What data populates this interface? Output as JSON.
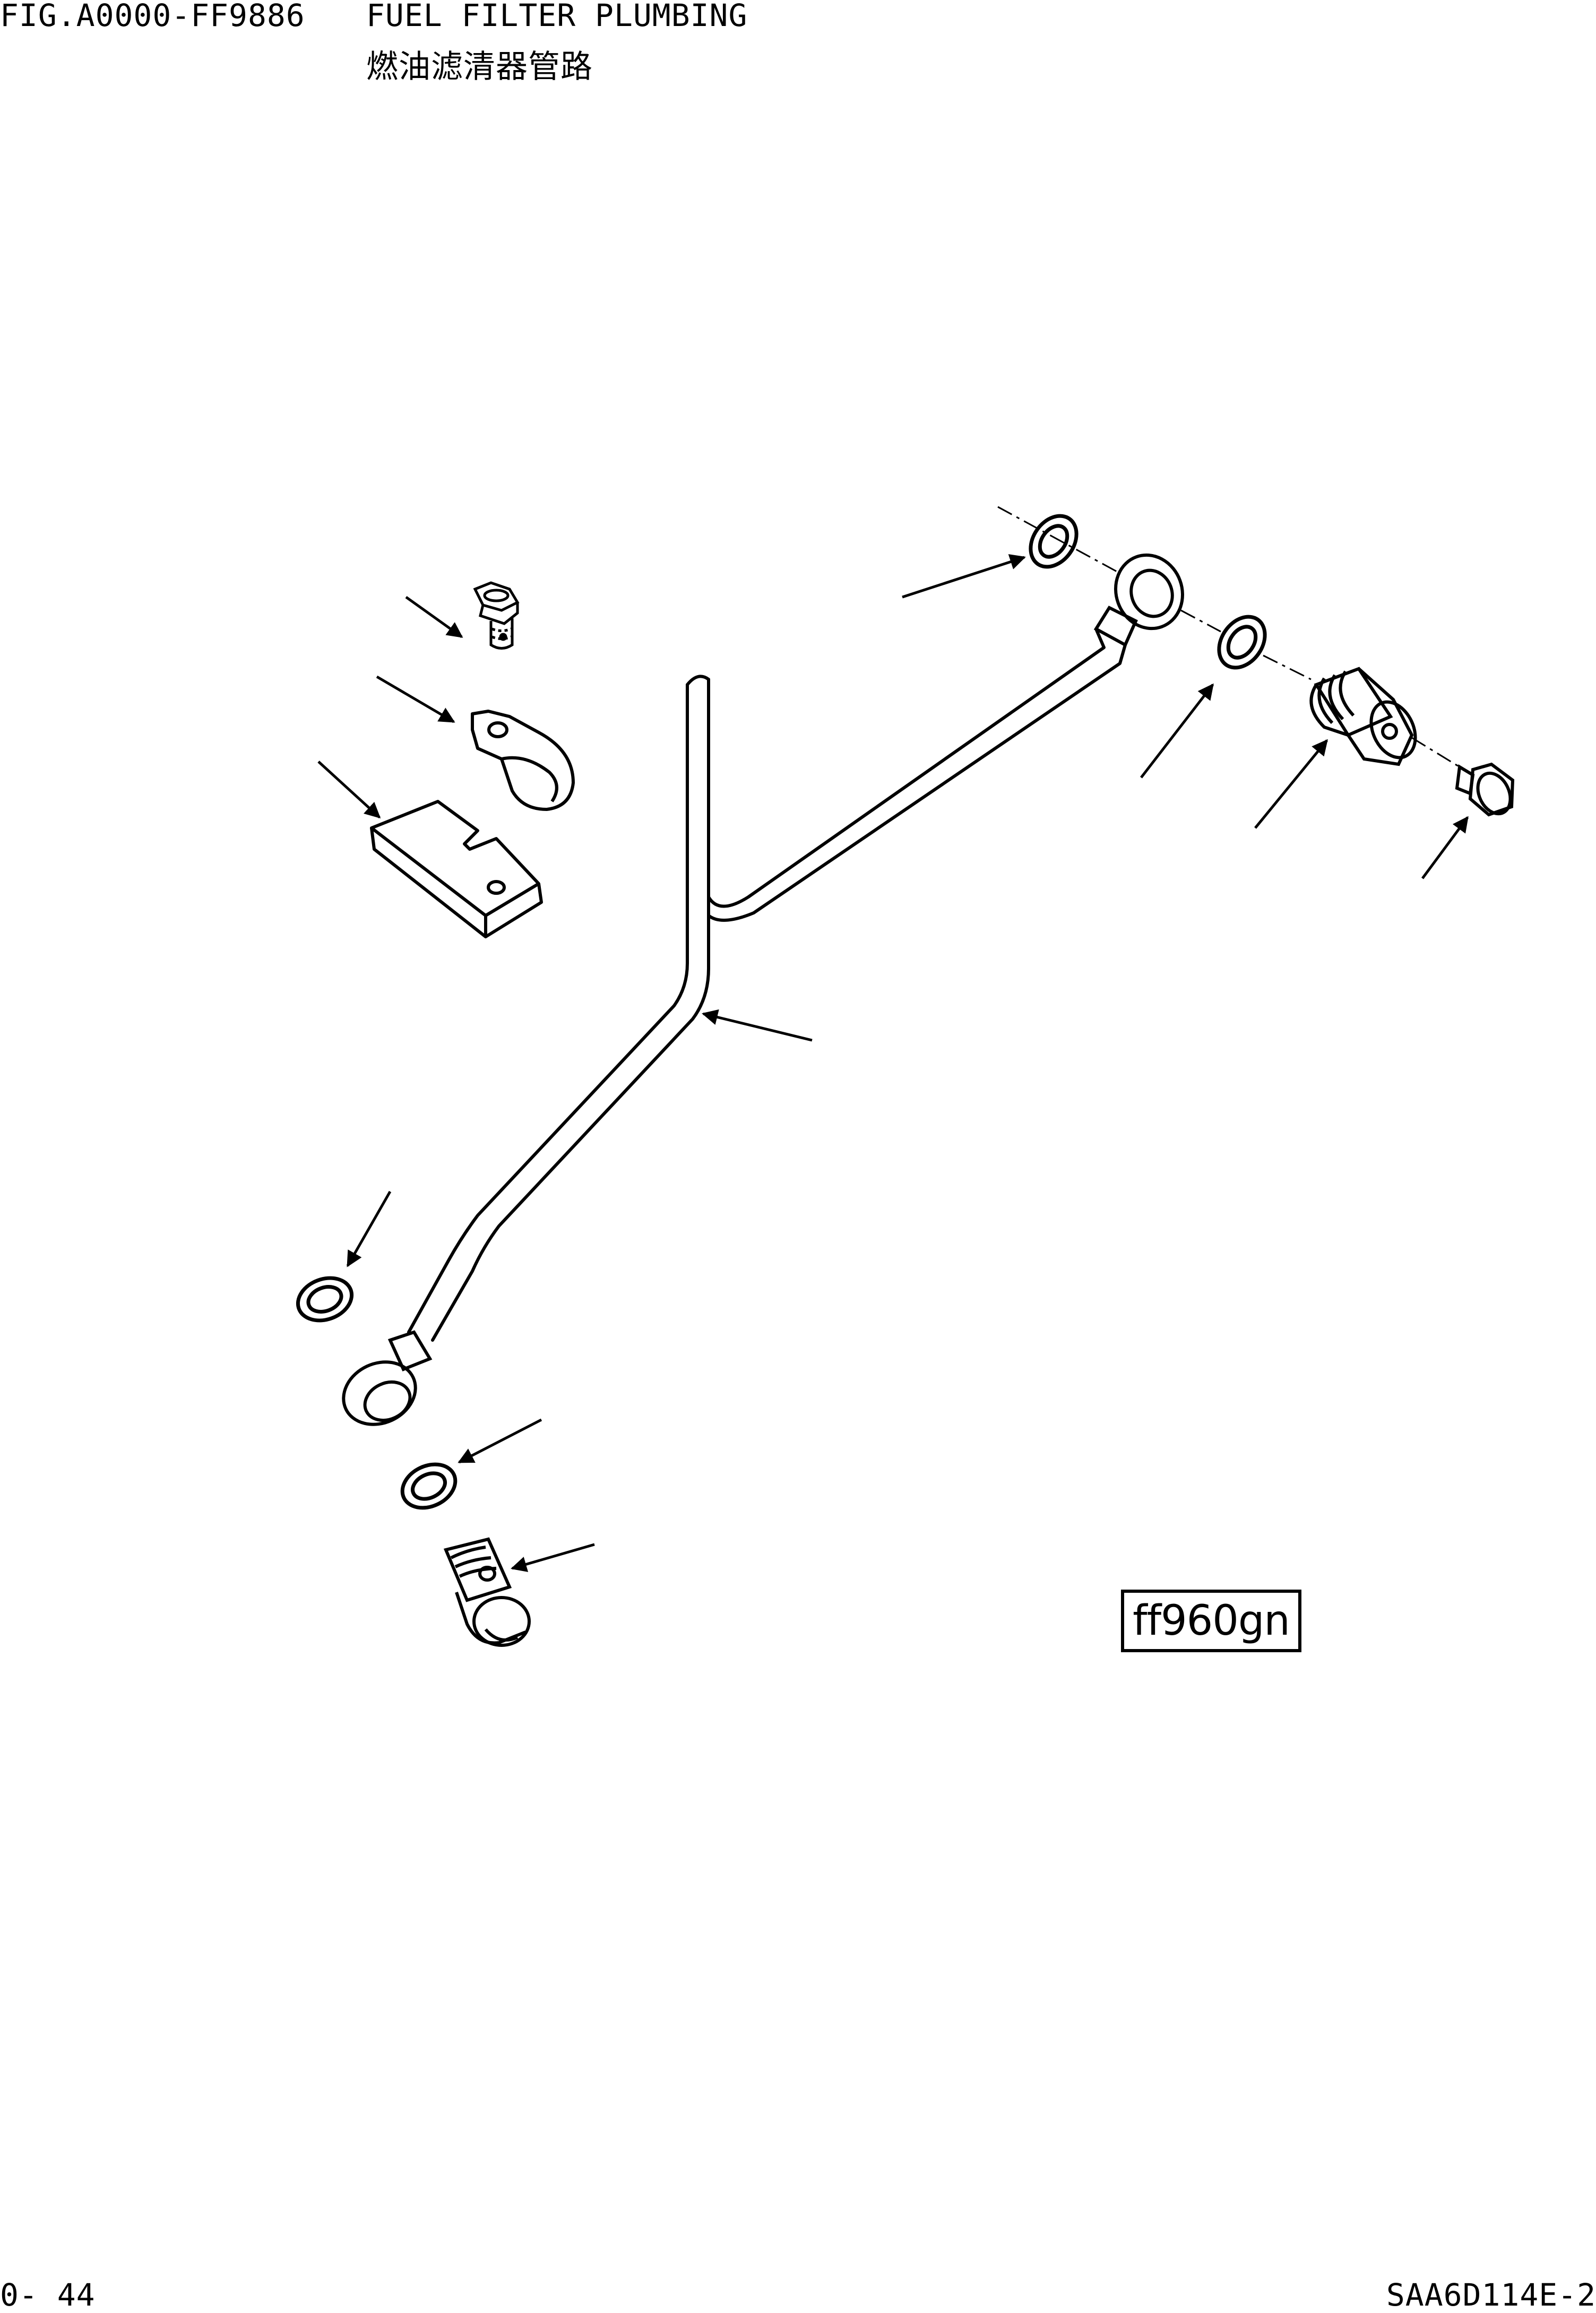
{
  "header": {
    "figure_code": "FIG.A0000-FF9886",
    "title_en": "FUEL FILTER PLUMBING",
    "title_cn": "燃油滤清器管路"
  },
  "diagram": {
    "reference_code": "ff960gn",
    "parts": [
      "bolt-top",
      "clamp",
      "plate",
      "fuel-tube",
      "washer-upper-left",
      "eye-joint-upper",
      "washer-upper-right",
      "joint-bolt-upper",
      "small-bolt",
      "washer-lower-left",
      "eye-joint-lower",
      "washer-lower",
      "joint-bolt-lower"
    ]
  },
  "footer": {
    "page_number": "0- 44",
    "model_code": "SAA6D114E-2"
  }
}
